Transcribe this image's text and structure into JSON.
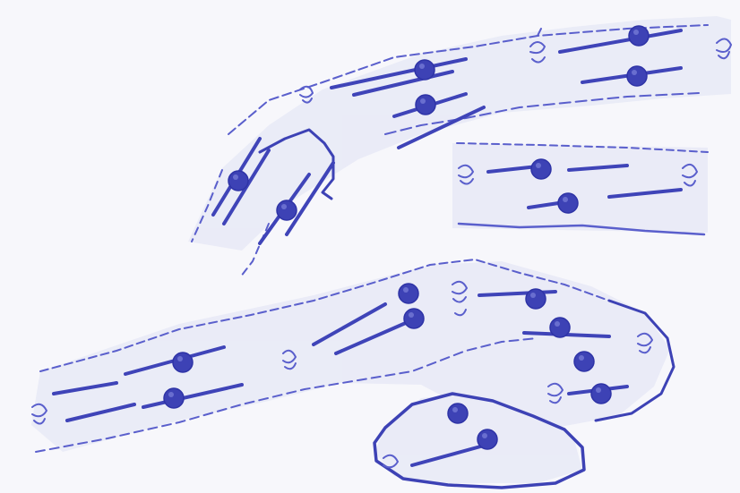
{
  "drawing": {
    "ink_color": "#4a4fc2",
    "ink_color_dark": "#2e33a6",
    "paper_color": "#f7f7fb",
    "wash_color": "#e6e8f6",
    "areas": [
      {
        "name": "upper-left-strip",
        "markers": 2
      },
      {
        "name": "upper-right-strip",
        "markers": 4
      },
      {
        "name": "middle-right-box",
        "markers": 2
      },
      {
        "name": "lower-long-strip",
        "markers": 4
      },
      {
        "name": "lower-right-strip",
        "markers": 4
      },
      {
        "name": "bottom-loop",
        "markers": 2
      }
    ]
  }
}
